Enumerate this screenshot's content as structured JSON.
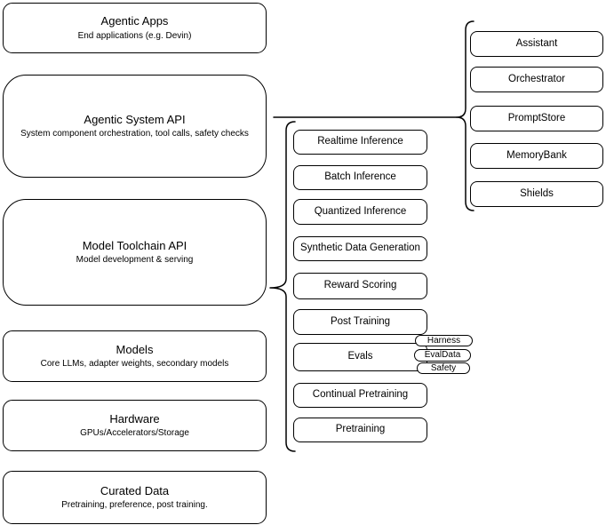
{
  "diagram": {
    "layers": [
      {
        "title": "Agentic Apps",
        "subtitle": "End applications (e.g. Devin)"
      },
      {
        "title": "Agentic System API",
        "subtitle": "System component orchestration, tool calls, safety checks"
      },
      {
        "title": "Model Toolchain API",
        "subtitle": "Model development & serving"
      },
      {
        "title": "Models",
        "subtitle": "Core LLMs, adapter weights, secondary models"
      },
      {
        "title": "Hardware",
        "subtitle": "GPUs/Accelerators/Storage"
      },
      {
        "title": "Curated Data",
        "subtitle": "Pretraining, preference, post training."
      }
    ],
    "toolchain_services": [
      "Realtime Inference",
      "Batch Inference",
      "Quantized Inference",
      "Synthetic Data Generation",
      "Reward Scoring",
      "Post Training",
      "Evals",
      "Continual Pretraining",
      "Pretraining"
    ],
    "evals_children": [
      "Harness",
      "EvalData",
      "Safety"
    ],
    "system_components": [
      "Assistant",
      "Orchestrator",
      "PromptStore",
      "MemoryBank",
      "Shields"
    ],
    "colors": {
      "stroke": "#000000",
      "fill": "#ffffff",
      "text": "#000000"
    }
  }
}
